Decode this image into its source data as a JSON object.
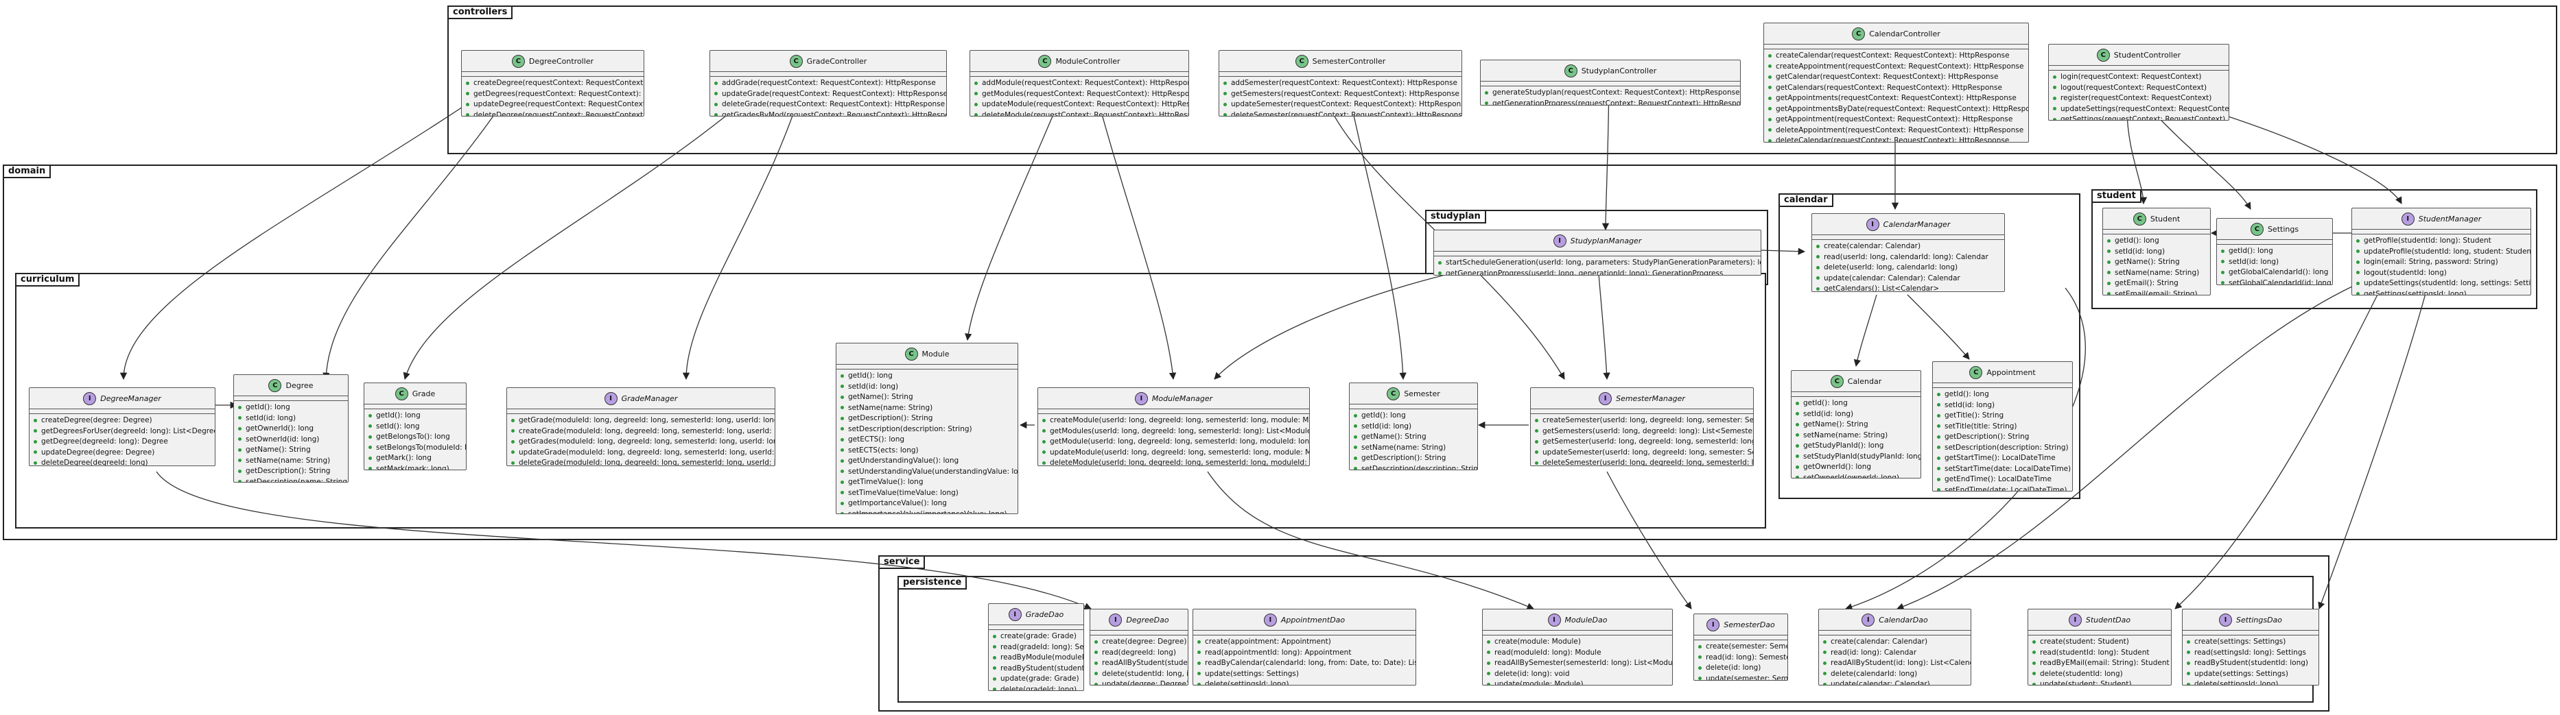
{
  "packages": {
    "controllers": "controllers",
    "domain": "domain",
    "studyplan": "studyplan",
    "calendar": "calendar",
    "student": "student",
    "curriculum": "curriculum",
    "service": "service",
    "persistence": "persistence"
  },
  "stereotypes": {
    "class": "C",
    "interface": "I"
  },
  "classes": {
    "degreeController": {
      "name": "DegreeController",
      "kind": "class",
      "members": [
        "createDegree(requestContext: RequestContext): HttpResponse",
        "getDegrees(requestContext: RequestContext): HttpResponse",
        "updateDegree(requestContext: RequestContext): HttpResponse",
        "deleteDegree(requestContext: RequestContext): HttpResponse"
      ]
    },
    "gradeController": {
      "name": "GradeController",
      "kind": "class",
      "members": [
        "addGrade(requestContext: RequestContext): HttpResponse",
        "updateGrade(requestContext: RequestContext): HttpResponse",
        "deleteGrade(requestContext: RequestContext): HttpResponse",
        "getGradesByMod(requestContext: RequestContext): HttpResponse"
      ]
    },
    "moduleController": {
      "name": "ModuleController",
      "kind": "class",
      "members": [
        "addModule(requestContext: RequestContext): HttpResponse",
        "getModules(requestContext: RequestContext): HttpResponse",
        "updateModule(requestContext: RequestContext): HttpResponse",
        "deleteModule(requestContext: RequestContext): HttpResponse"
      ]
    },
    "semesterController": {
      "name": "SemesterController",
      "kind": "class",
      "members": [
        "addSemester(requestContext: RequestContext): HttpResponse",
        "getSemesters(requestContext: RequestContext): HttpResponse",
        "updateSemester(requestContext: RequestContext): HttpResponse",
        "deleteSemester(requestContext: RequestContext): HttpResponse"
      ]
    },
    "studyplanController": {
      "name": "StudyplanController",
      "kind": "class",
      "members": [
        "generateStudyplan(requestContext: RequestContext): HttpResponse",
        "getGenerationProgress(requestContext: RequestContext): HttpResponse"
      ]
    },
    "calendarController": {
      "name": "CalendarController",
      "kind": "class",
      "members": [
        "createCalendar(requestContext: RequestContext): HttpResponse",
        "createAppointment(requestContext: RequestContext): HttpResponse",
        "getCalendar(requestContext: RequestContext): HttpResponse",
        "getCalendars(requestContext: RequestContext): HttpResponse",
        "getAppointments(requestContext: RequestContext): HttpResponse",
        "getAppointmentsByDate(requestContext: RequestContext): HttpResponse",
        "getAppointment(requestContext: RequestContext): HttpResponse",
        "deleteAppointment(requestContext: RequestContext): HttpResponse",
        "deleteCalendar(requestContext: RequestContext): HttpResponse"
      ]
    },
    "studentController": {
      "name": "StudentController",
      "kind": "class",
      "members": [
        "login(requestContext: RequestContext)",
        "logout(requestContext: RequestContext)",
        "register(requestContext: RequestContext)",
        "updateSettings(requestContext: RequestContext)",
        "getSettings(requestContext: RequestContext)"
      ]
    },
    "studyplanManager": {
      "name": "StudyplanManager",
      "kind": "interface",
      "members": [
        "startScheduleGeneration(userId: long, parameters: StudyPlanGenerationParameters): long",
        "getGenerationProgress(userId: long, generationId: long): GenerationProgress"
      ]
    },
    "calendarManager": {
      "name": "CalendarManager",
      "kind": "interface",
      "members": [
        "create(calendar: Calendar)",
        "read(userId: long, calendarId: long): Calendar",
        "delete(userId: long, calendarId: long)",
        "update(calendar: Calendar): Calendar",
        "getCalendars(): List<Calendar>"
      ]
    },
    "calendar": {
      "name": "Calendar",
      "kind": "class",
      "members": [
        "getId(): long",
        "setId(id: long)",
        "getName(): String",
        "setName(name: String)",
        "getStudyPlanId(): long",
        "setStudyPlanId(studyPlanId: long)",
        "getOwnerId(): long",
        "setOwnerId(ownerId: long)"
      ]
    },
    "appointment": {
      "name": "Appointment",
      "kind": "class",
      "members": [
        "getId(): long",
        "setId(id: long)",
        "getTitle(): String",
        "setTitle(title: String)",
        "getDescription(): String",
        "setDescription(description: String)",
        "getStartTime(): LocalDateTime",
        "setStartTime(date: LocalDateTime)",
        "getEndTime(): LocalDateTime",
        "setEndTime(date: LocalDateTime)"
      ]
    },
    "student": {
      "name": "Student",
      "kind": "class",
      "members": [
        "getId(): long",
        "setId(id: long)",
        "getName(): String",
        "setName(name: String)",
        "getEmail(): String",
        "setEmail(email: String)"
      ]
    },
    "settings": {
      "name": "Settings",
      "kind": "class",
      "members": [
        "getId(): long",
        "setId(id: long)",
        "getGlobalCalendarId(): long",
        "setGlobalCalendarId(id: long)"
      ]
    },
    "studentManager": {
      "name": "StudentManager",
      "kind": "interface",
      "members": [
        "getProfile(studentId: long): Student",
        "updateProfile(studentId: long, student: Student)",
        "login(email: String, password: String)",
        "logout(studentId: long)",
        "updateSettings(studentId: long, settings: Settings)",
        "getSettings(settingsId: long)"
      ]
    },
    "degreeManager": {
      "name": "DegreeManager",
      "kind": "interface",
      "members": [
        "createDegree(degree: Degree)",
        "getDegreesForUser(degreeId: long): List<Degree>",
        "getDegree(degreeId: long): Degree",
        "updateDegree(degree: Degree)",
        "deleteDegree(degreeId: long)"
      ]
    },
    "degree": {
      "name": "Degree",
      "kind": "class",
      "members": [
        "getId(): long",
        "setId(id: long)",
        "getOwnerId(): long",
        "setOwnerId(id: long)",
        "getName(): String",
        "setName(name: String)",
        "getDescription(): String",
        "setDescription(name: String)"
      ]
    },
    "grade": {
      "name": "Grade",
      "kind": "class",
      "members": [
        "getId(): long",
        "setId(): long",
        "getBelongsTo(): long",
        "setBelongsTo(moduleId: long)",
        "getMark(): long",
        "setMark(mark: long)"
      ]
    },
    "gradeManager": {
      "name": "GradeManager",
      "kind": "interface",
      "members": [
        "getGrade(moduleId: long, degreeId: long, semesterId: long, userId: long): Grade",
        "createGrade(moduleId: long, degreeId: long, semesterId: long, userId: long)",
        "getGrades(moduleId: long, degreeId: long, semesterId: long, userId: long): List<Grade>",
        "updateGrade(moduleId: long, degreeId: long, semesterId: long, userId: long)",
        "deleteGrade(moduleId: long, degreeId: long, semesterId: long, userId: long)"
      ]
    },
    "module": {
      "name": "Module",
      "kind": "class",
      "members": [
        "getId(): long",
        "setId(id: long)",
        "getName(): String",
        "setName(name: String)",
        "getDescription(): String",
        "setDescription(description: String)",
        "getECTS(): long",
        "setECTS(ects: long)",
        "getUnderstandingValue(): long",
        "setUnderstandingValue(understandingValue: long)",
        "getTimeValue(): long",
        "setTimeValue(timeValue: long)",
        "getImportanceValue(): long",
        "setImportanceValue(importanceValue: long)"
      ]
    },
    "moduleManager": {
      "name": "ModuleManager",
      "kind": "interface",
      "members": [
        "createModule(userId: long, degreeId: long, semesterId: long, module: Module)",
        "getModules(userId: long, degreeId: long, semesterId: long): List<Module>",
        "getModule(userId: long, degreeId: long, semesterId: long, moduleId: long): Module",
        "updateModule(userId: long, degreeId: long, semesterId: long, module: Module)",
        "deleteModule(userId: long, degreeId: long, semesterId: long, moduleId: long)"
      ]
    },
    "semester": {
      "name": "Semester",
      "kind": "class",
      "members": [
        "getId(): long",
        "setId(id: long)",
        "getName(): String",
        "setName(name: String)",
        "getDescription(): String",
        "setDescription(description: String)"
      ]
    },
    "semesterManager": {
      "name": "SemesterManager",
      "kind": "interface",
      "members": [
        "createSemester(userId: long, degreeId: long, semester: Semester)",
        "getSemesters(userId: long, degreeId: long): List<Semester>",
        "getSemester(userId: long, degreeId: long, semesterId: long): Semester",
        "updateSemester(userId: long, degreeId: long, semester: Semester)",
        "deleteSemester(userId: long, degreeId: long, semesterId: long)"
      ]
    },
    "gradeDao": {
      "name": "GradeDao",
      "kind": "interface",
      "members": [
        "create(grade: Grade)",
        "read(gradeId: long): Settings",
        "readByModule(moduleId: long)",
        "readByStudent(studentId: long)",
        "update(grade: Grade)",
        "delete(gradeId: long)"
      ]
    },
    "degreeDao": {
      "name": "DegreeDao",
      "kind": "interface",
      "members": [
        "create(degree: Degree)",
        "read(degreeId: long)",
        "readAllByStudent(studentId: long)",
        "delete(studentId: long, id: long)",
        "update(degree: Degree)"
      ]
    },
    "appointmentDao": {
      "name": "AppointmentDao",
      "kind": "interface",
      "members": [
        "create(appointment: Appointment)",
        "read(appointmentId: long): Appointment",
        "readByCalendar(calendarId: long, from: Date, to: Date): List<Appointment>",
        "update(settings: Settings)",
        "delete(settingsId: long)"
      ]
    },
    "moduleDao": {
      "name": "ModuleDao",
      "kind": "interface",
      "members": [
        "create(module: Module)",
        "read(moduleId: long): Module",
        "readAllBySemester(semesterId: long): List<Module>",
        "delete(id: long): void",
        "update(module: Module)"
      ]
    },
    "semesterDao": {
      "name": "SemesterDao",
      "kind": "interface",
      "members": [
        "create(semester: Semester)",
        "read(id: long): Semester",
        "delete(id: long)",
        "update(semester: Semester)"
      ]
    },
    "calendarDao": {
      "name": "CalendarDao",
      "kind": "interface",
      "members": [
        "create(calendar: Calendar)",
        "read(id: long): Calendar",
        "readAllByStudent(id: long): List<Calendar>",
        "delete(calendarId: long)",
        "update(calendar: Calendar)"
      ]
    },
    "studentDao": {
      "name": "StudentDao",
      "kind": "interface",
      "members": [
        "create(student: Student)",
        "read(studentId: long): Student",
        "readByEMail(email: String): Student",
        "delete(studentId: long)",
        "update(student: Student)"
      ]
    },
    "settingsDao": {
      "name": "SettingsDao",
      "kind": "interface",
      "members": [
        "create(settings: Settings)",
        "read(settingsId: long): Settings",
        "readByStudent(studentId: long)",
        "update(settings: Settings)",
        "delete(settingsId: long)"
      ]
    }
  }
}
